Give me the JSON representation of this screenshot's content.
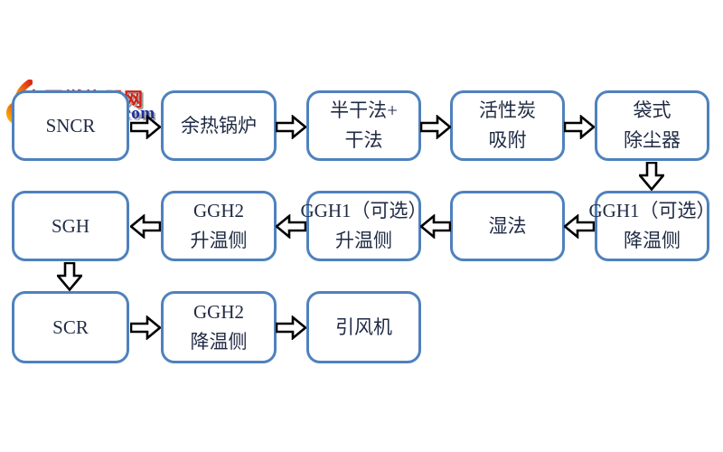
{
  "watermark": {
    "site_title": "中国燃烧器网",
    "site_domain": "chinaburner.com",
    "colors": {
      "title": "#d42014",
      "domain": "#1b2da0",
      "flame_top": "#e02a14",
      "flame_bottom": "#f9b000"
    }
  },
  "flowchart": {
    "colors": {
      "box_border": "#4f81bd",
      "text": "#1f2a44",
      "arrow_outline": "#000000",
      "arrow_fill": "#ffffff",
      "background": "#ffffff"
    },
    "nodes": [
      {
        "id": "sncr",
        "lines": [
          "SNCR"
        ]
      },
      {
        "id": "waste-heat-boiler",
        "lines": [
          "余热锅炉"
        ]
      },
      {
        "id": "semi-dry-dry",
        "lines": [
          "半干法+",
          "干法"
        ]
      },
      {
        "id": "activated-carbon",
        "lines": [
          "活性炭",
          "吸附"
        ]
      },
      {
        "id": "bag-filter",
        "lines": [
          "袋式",
          "除尘器"
        ]
      },
      {
        "id": "ggh1-cooling",
        "lines": [
          "GGH1（可选）",
          "降温侧"
        ]
      },
      {
        "id": "wet-process",
        "lines": [
          "湿法"
        ]
      },
      {
        "id": "ggh1-heating",
        "lines": [
          "GGH1（可选）",
          "升温侧"
        ]
      },
      {
        "id": "ggh2-heating",
        "lines": [
          "GGH2",
          "升温侧"
        ]
      },
      {
        "id": "sgh",
        "lines": [
          "SGH"
        ]
      },
      {
        "id": "scr",
        "lines": [
          "SCR"
        ]
      },
      {
        "id": "ggh2-cooling",
        "lines": [
          "GGH2",
          "降温侧"
        ]
      },
      {
        "id": "induced-draft-fan",
        "lines": [
          "引风机"
        ]
      }
    ],
    "edges": [
      {
        "from": "sncr",
        "to": "waste-heat-boiler",
        "direction": "right"
      },
      {
        "from": "waste-heat-boiler",
        "to": "semi-dry-dry",
        "direction": "right"
      },
      {
        "from": "semi-dry-dry",
        "to": "activated-carbon",
        "direction": "right"
      },
      {
        "from": "activated-carbon",
        "to": "bag-filter",
        "direction": "right"
      },
      {
        "from": "bag-filter",
        "to": "ggh1-cooling",
        "direction": "down"
      },
      {
        "from": "ggh1-cooling",
        "to": "wet-process",
        "direction": "left"
      },
      {
        "from": "wet-process",
        "to": "ggh1-heating",
        "direction": "left"
      },
      {
        "from": "ggh1-heating",
        "to": "ggh2-heating",
        "direction": "left"
      },
      {
        "from": "ggh2-heating",
        "to": "sgh",
        "direction": "left"
      },
      {
        "from": "sgh",
        "to": "scr",
        "direction": "down"
      },
      {
        "from": "scr",
        "to": "ggh2-cooling",
        "direction": "right"
      },
      {
        "from": "ggh2-cooling",
        "to": "induced-draft-fan",
        "direction": "right"
      }
    ]
  }
}
